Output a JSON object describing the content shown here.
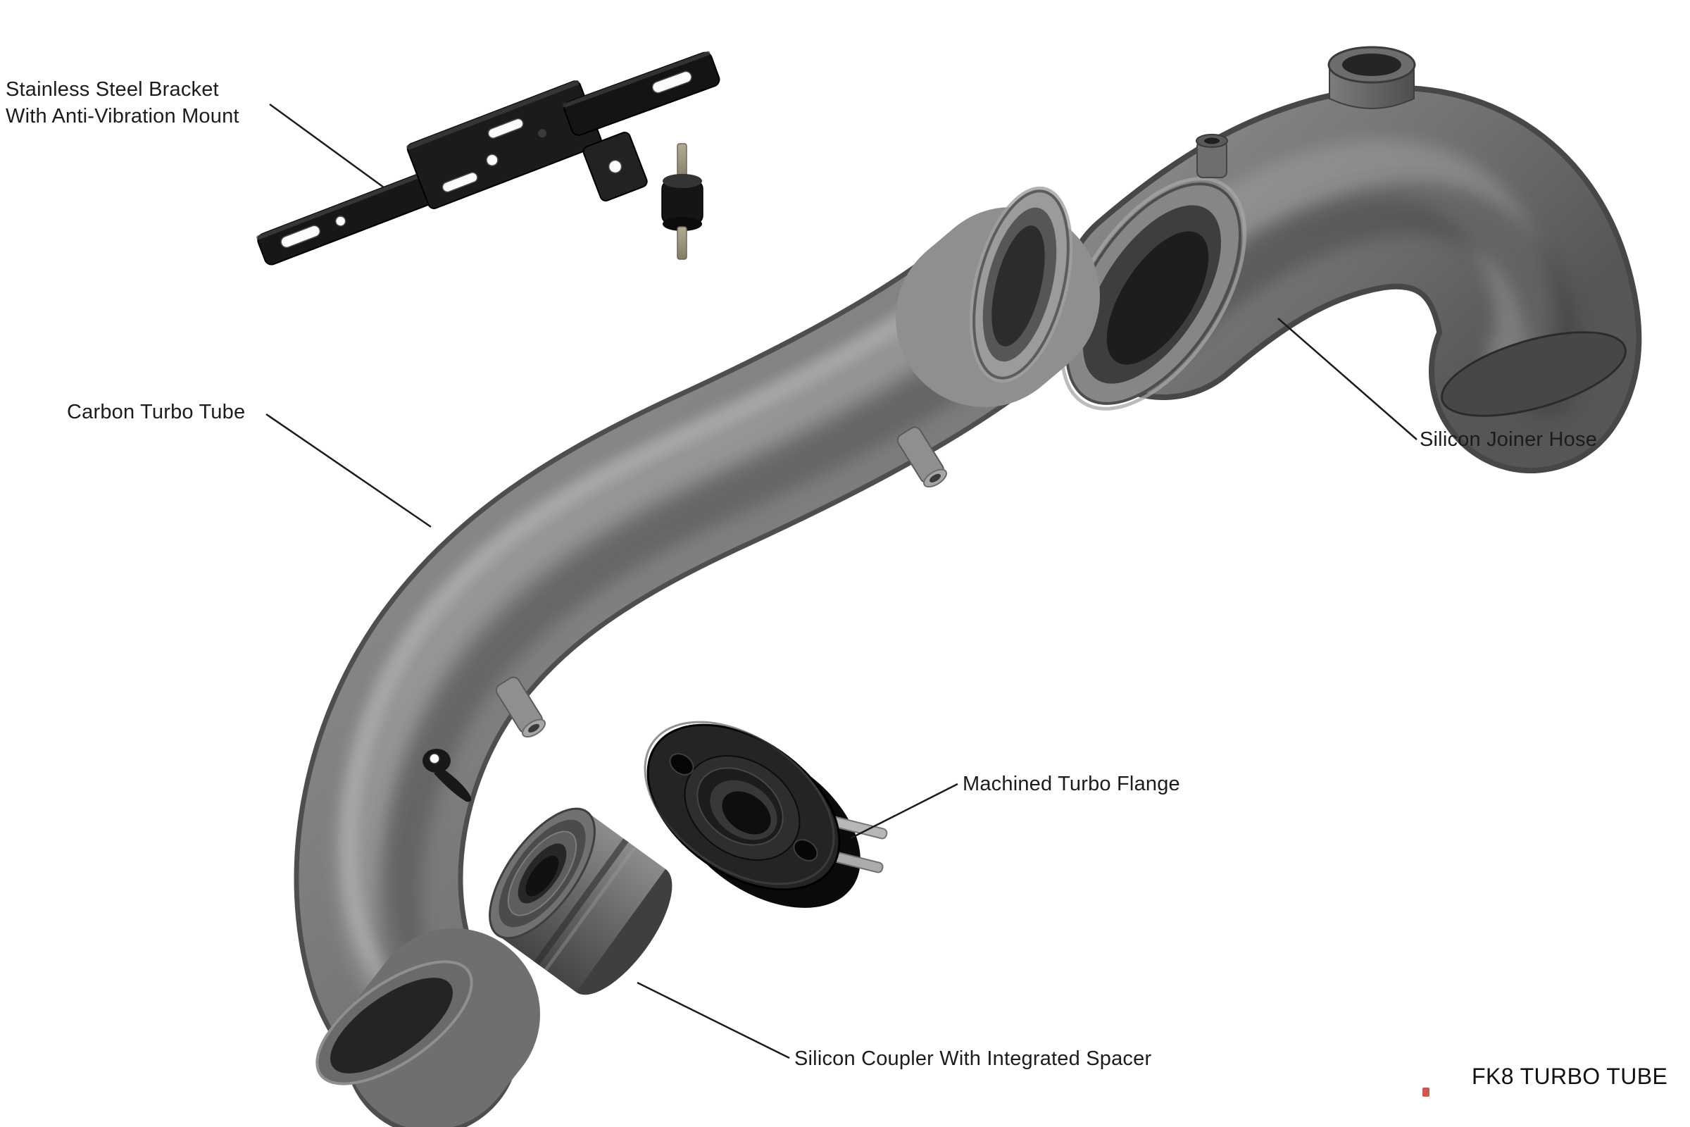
{
  "title": "FK8 TURBO TUBE",
  "labels": {
    "bracket_line1": "Stainless Steel Bracket",
    "bracket_line2": "With Anti-Vibration Mount",
    "tube": "Carbon Turbo Tube",
    "hose": "Silicon Joiner Hose",
    "flange": "Machined Turbo Flange",
    "coupler": "Silicon Coupler With Integrated Spacer"
  },
  "colors": {
    "background": "#ffffff",
    "label_text": "#1c1c1c",
    "leader_line": "#1c1c1c",
    "tube_gray": "#7a7a7a",
    "hose_gray": "#6e6e6e",
    "black_part": "#1a1a1a",
    "stud_metal": "#b3ab97"
  }
}
